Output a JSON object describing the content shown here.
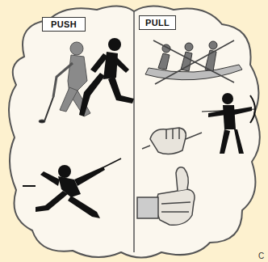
{
  "diagram": {
    "nodes": [
      {
        "text": [
          "PUSH"
        ]
      },
      {
        "text": [
          "PULL"
        ]
      }
    ],
    "labels": [
      "C"
    ]
  }
}
